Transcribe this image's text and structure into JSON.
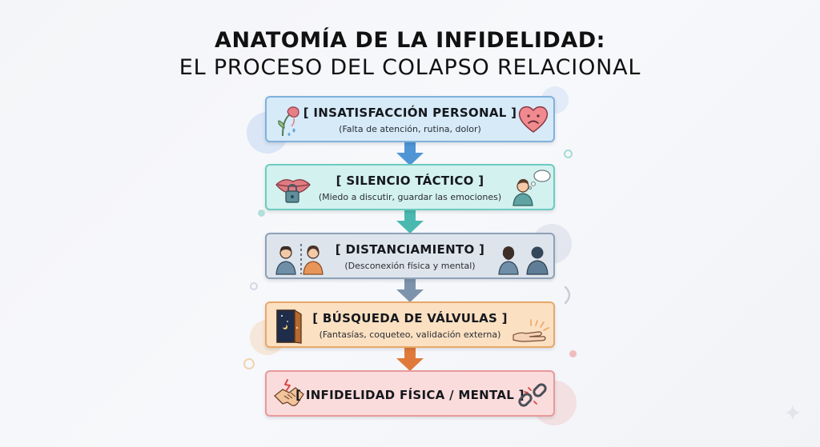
{
  "title": {
    "line1": "ANATOMÍA DE LA INFIDELIDAD:",
    "line2": "EL PROCESO DEL COLAPSO RELACIONAL"
  },
  "steps": [
    {
      "label": "[ INSATISFACCIÓN PERSONAL ]",
      "sub": "(Falta de atención, rutina, dolor)",
      "icons": [
        "wilted-flower-icon",
        "sad-heart-icon"
      ],
      "color": "#7fb2dc"
    },
    {
      "label": "[ SILENCIO TÁCTICO ]",
      "sub": "(Miedo a discutir, guardar las emociones)",
      "icons": [
        "locked-lips-icon",
        "thinking-person-icon"
      ],
      "color": "#6ccbc1"
    },
    {
      "label": "[ DISTANCIAMIENTO ]",
      "sub": "(Desconexión física y mental)",
      "icons": [
        "separated-couple-icon",
        "backs-turned-couple-icon"
      ],
      "color": "#8ea2b8"
    },
    {
      "label": "[ BÚSQUEDA DE VÁLVULAS ]",
      "sub": "(Fantasías, coqueteo, validación externa)",
      "icons": [
        "open-door-icon",
        "reaching-hand-icon"
      ],
      "color": "#e8a868"
    },
    {
      "label": "[ INFIDELIDAD FÍSICA / MENTAL ]",
      "sub": "",
      "icons": [
        "breaking-handshake-icon",
        "broken-chain-icon"
      ],
      "color": "#e79a9a"
    }
  ],
  "arrow_colors": [
    "#4f95d6",
    "#49b9b0",
    "#7d93ab",
    "#e07a3c"
  ]
}
